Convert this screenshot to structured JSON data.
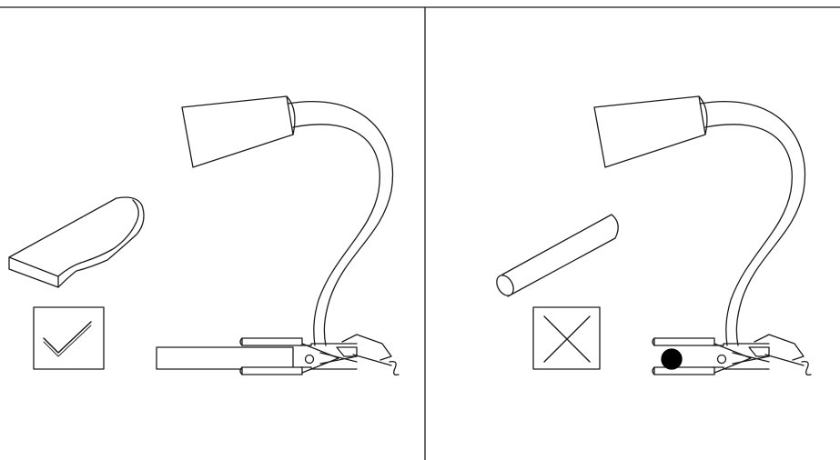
{
  "panels": [
    {
      "id": "correct",
      "verdict": "check",
      "verdict_icon": "check-icon",
      "object": "flat-board",
      "clamp_contents": "board"
    },
    {
      "id": "incorrect",
      "verdict": "cross",
      "verdict_icon": "cross-icon",
      "object": "round-rod",
      "clamp_contents": "rod-cross-section"
    }
  ],
  "colors": {
    "line": "#1a1a1a",
    "background": "#ffffff",
    "fill_dark": "#000000"
  }
}
